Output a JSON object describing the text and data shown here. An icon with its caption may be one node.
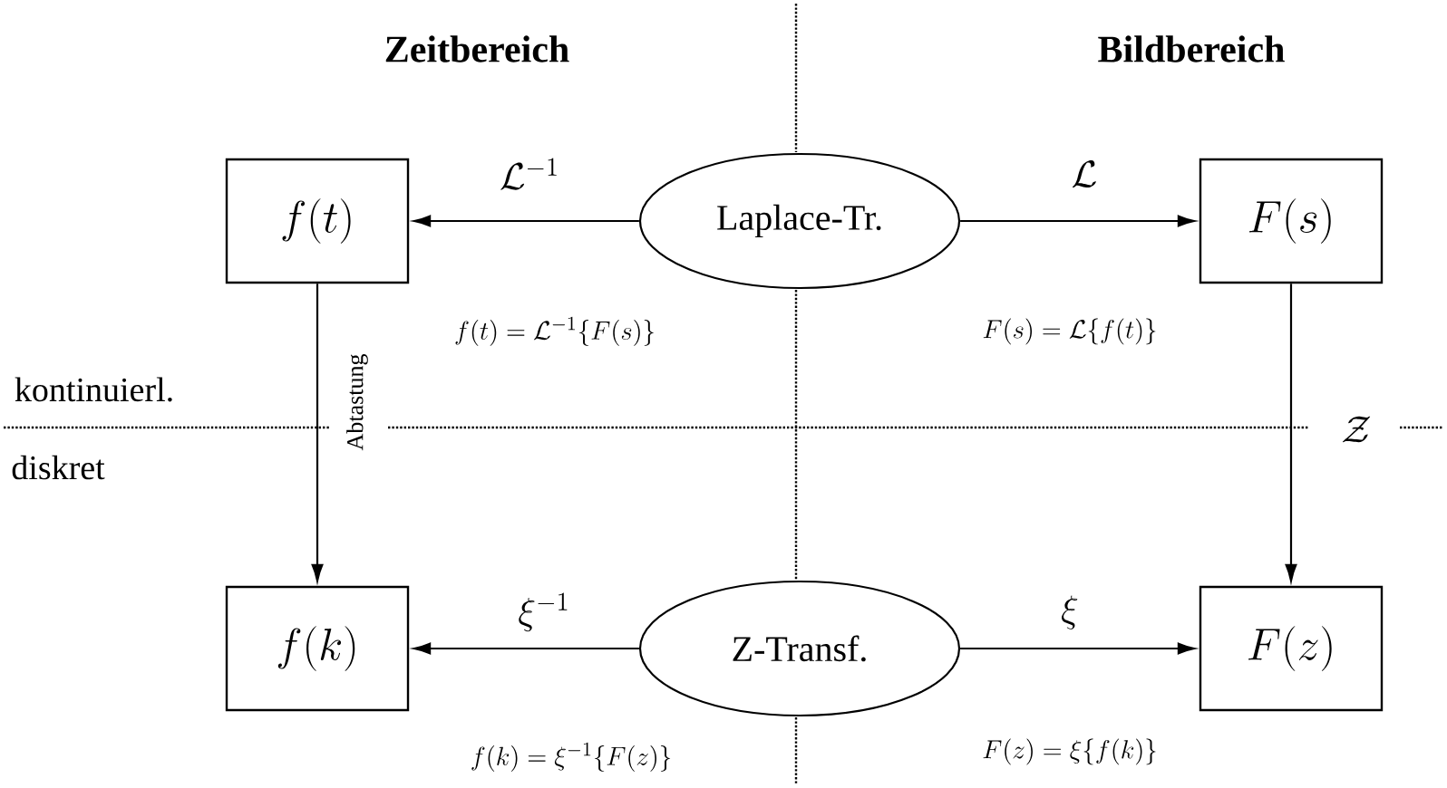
{
  "diagram": {
    "nodes": [
      {
        "text": [
          "f(t)"
        ]
      },
      {
        "text": [
          "Laplace-Tr."
        ]
      },
      {
        "text": [
          "F(s)"
        ]
      },
      {
        "text": [
          "f(k)"
        ]
      },
      {
        "text": [
          "Z-Transf."
        ]
      },
      {
        "text": [
          "F(z)"
        ]
      }
    ],
    "edges": [
      {
        "from": 1,
        "to": 0,
        "arrow": "to",
        "label": "\\mathcal{L}^{-1}"
      },
      {
        "from": 1,
        "to": 2,
        "arrow": "to",
        "label": "\\mathcal{L}"
      },
      {
        "from": 0,
        "to": 3,
        "arrow": "to",
        "label": "Abtastung"
      },
      {
        "from": 2,
        "to": 5,
        "arrow": "to",
        "label": "\\mathcal{Z}"
      },
      {
        "from": 4,
        "to": 3,
        "arrow": "to",
        "label": "\\xi^{-1}"
      },
      {
        "from": 4,
        "to": 5,
        "arrow": "to",
        "label": "\\xi"
      }
    ],
    "labels": [
      "Zeitbereich",
      "Bildbereich",
      "f(t)=\\mathcal{L}^{-1}\\{F(s)\\}",
      "F(s)=\\mathcal{L}\\{f(t)\\}",
      "kontinuierl.",
      "diskret",
      "f(k)=\\xi^{-1}\\{F(z)\\}",
      "F(z)=\\xi\\{f(k)\\}"
    ]
  }
}
